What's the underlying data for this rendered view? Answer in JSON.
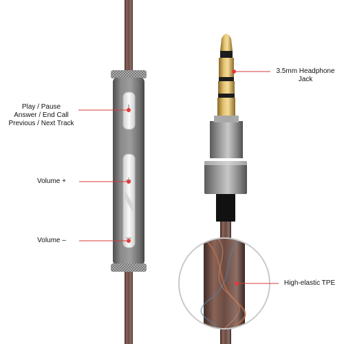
{
  "callouts": {
    "play_pause": [
      "Play / Pause",
      "Answer / End Call",
      "Previous / Next Track"
    ],
    "volume_up": "Volume +",
    "volume_down": "Volume –",
    "jack": [
      "3.5mm Headphone",
      "Jack"
    ],
    "tpe": "High-elastic TPE"
  },
  "colors": {
    "callout_line": "#d83a3a",
    "callout_dot": "#e23b3b",
    "cable": "#6b4b42",
    "metal_dark": "#6f6f6f",
    "metal_light": "#b9b9b9",
    "gold": "#c9a24a",
    "button_face": "#ececec"
  }
}
